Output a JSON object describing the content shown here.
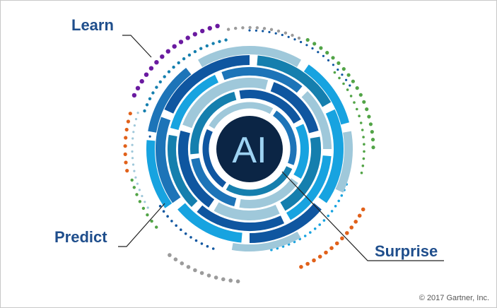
{
  "labels": {
    "learn": "Learn",
    "predict": "Predict",
    "surprise": "Surprise"
  },
  "center": {
    "text": "AI"
  },
  "copyright": "© 2017 Gartner, Inc.",
  "colors": {
    "label_blue": "#1f4e8c",
    "navy": "#0b2545",
    "dark_blue": "#0f56a0",
    "mid_blue": "#1d74b8",
    "teal_blue": "#157fae",
    "bright_blue": "#17a3e0",
    "light_blue": "#9fc8da",
    "purple": "#6a1aa0",
    "green": "#52a447",
    "orange": "#e1611a",
    "gray": "#9b9b9b",
    "center_text": "#9ed3f3"
  }
}
